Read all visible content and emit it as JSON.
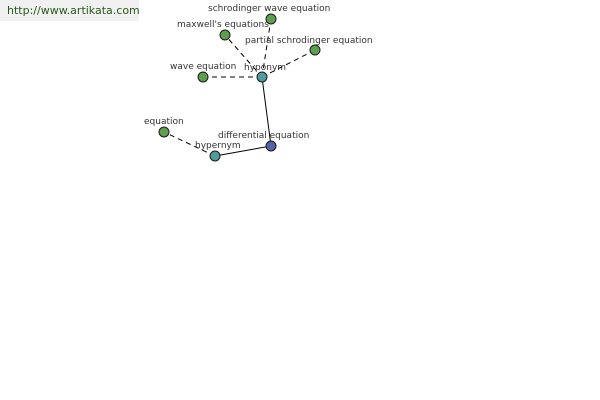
{
  "banner": {
    "url": "http://www.artikata.com"
  },
  "colors": {
    "leaf": "#5f9e4f",
    "relation": "#4f9c9c",
    "center": "#5561a8"
  },
  "graph": {
    "nodes": [
      {
        "id": "differential_equation",
        "label": "differential equation",
        "role": "center"
      },
      {
        "id": "hyponym",
        "label": "hyponym",
        "role": "relation"
      },
      {
        "id": "hypernym",
        "label": "hypernym",
        "role": "relation"
      },
      {
        "id": "schrodinger_wave_equation",
        "label": "schrodinger wave equation",
        "role": "leaf"
      },
      {
        "id": "maxwells_equations",
        "label": "maxwell's equations",
        "role": "leaf"
      },
      {
        "id": "partial_schrodinger_equation",
        "label": "partial schrodinger equation",
        "role": "leaf"
      },
      {
        "id": "wave_equation",
        "label": "wave equation",
        "role": "leaf"
      },
      {
        "id": "equation",
        "label": "equation",
        "role": "leaf"
      }
    ],
    "edges": [
      {
        "from": "differential_equation",
        "to": "hyponym",
        "style": "solid"
      },
      {
        "from": "differential_equation",
        "to": "hypernym",
        "style": "solid"
      },
      {
        "from": "hyponym",
        "to": "schrodinger_wave_equation",
        "style": "dashed"
      },
      {
        "from": "hyponym",
        "to": "maxwells_equations",
        "style": "dashed"
      },
      {
        "from": "hyponym",
        "to": "partial_schrodinger_equation",
        "style": "dashed"
      },
      {
        "from": "hyponym",
        "to": "wave_equation",
        "style": "dashed"
      },
      {
        "from": "hypernym",
        "to": "equation",
        "style": "dashed"
      }
    ]
  }
}
